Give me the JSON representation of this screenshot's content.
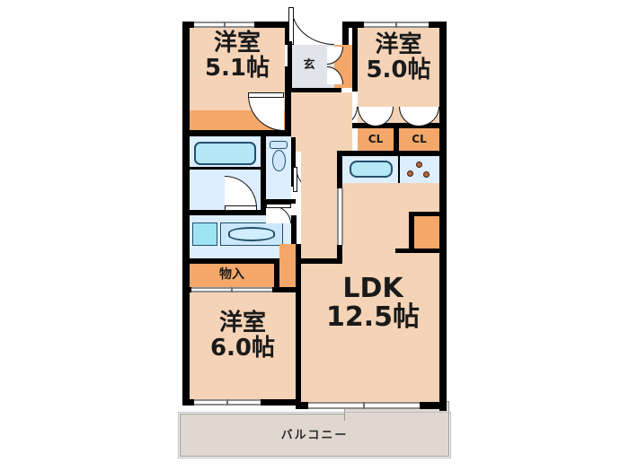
{
  "plan": {
    "type": "japanese-floor-plan",
    "title": "3LDK Floor Plan",
    "colors": {
      "room_floor": "#f4d3b6",
      "closet": "#f3a869",
      "water_area": "#ddeeff",
      "tub": "#b5e8f7",
      "entrance": "#e3e4ea",
      "balcony": "#e0d8d0",
      "wall": "#000000",
      "background": "#ffffff"
    }
  },
  "rooms": [
    {
      "id": "washitsu-top-left",
      "name": "洋室",
      "size": "5.1帖",
      "label_line1": "洋室",
      "label_line2": "5.1帖"
    },
    {
      "id": "washitsu-top-right",
      "name": "洋室",
      "size": "5.0帖",
      "label_line1": "洋室",
      "label_line2": "5.0帖"
    },
    {
      "id": "washitsu-bottom",
      "name": "洋室",
      "size": "6.0帖",
      "label_line1": "洋室",
      "label_line2": "6.0帖"
    },
    {
      "id": "ldk",
      "name": "LDK",
      "size": "12.5帖",
      "label_line1": "LDK",
      "label_line2": "12.5帖"
    }
  ],
  "labels": {
    "entrance": "玄",
    "closet_1": "CL",
    "closet_2": "CL",
    "storage": "物入",
    "balcony": "バルコニー"
  },
  "fixtures": {
    "bathtub": "bathtub",
    "toilet": "toilet",
    "washbasin": "washbasin",
    "washing_machine": "washing-machine-space",
    "kitchen_sink": "kitchen-sink",
    "stove_burners": 3
  }
}
